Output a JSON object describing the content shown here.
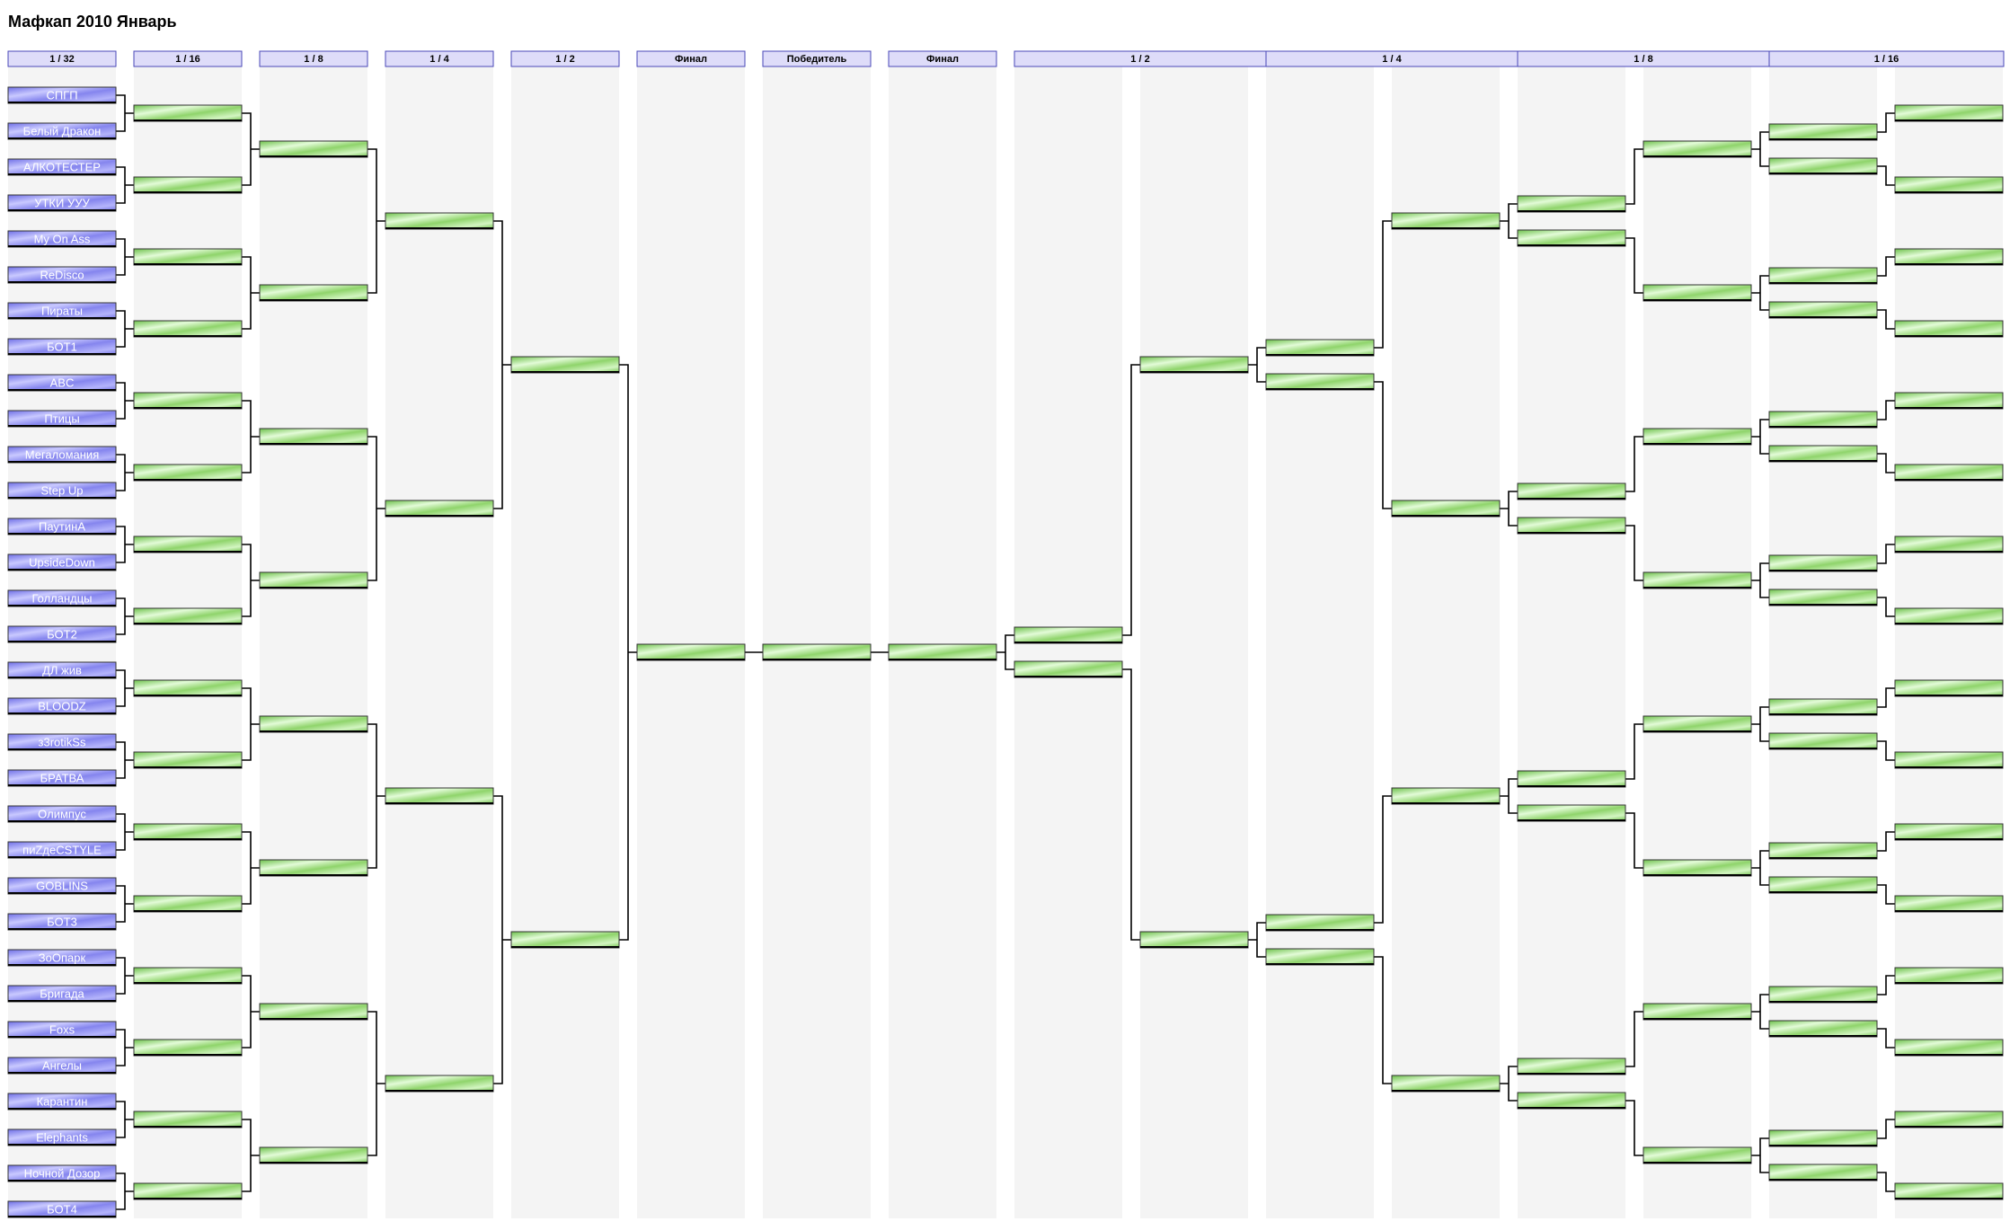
{
  "page": {
    "title": "Мафкап 2010 Январь"
  },
  "columns": [
    {
      "key": "left_r32",
      "label": "1 / 32"
    },
    {
      "key": "left_r16",
      "label": "1 / 16"
    },
    {
      "key": "left_r8",
      "label": "1 / 8"
    },
    {
      "key": "left_r4",
      "label": "1 / 4"
    },
    {
      "key": "left_r2",
      "label": "1 / 2"
    },
    {
      "key": "left_final",
      "label": "Финал"
    },
    {
      "key": "winner",
      "label": "Победитель"
    },
    {
      "key": "right_final",
      "label": "Финал"
    },
    {
      "key": "right_r2",
      "label": "1 / 2"
    },
    {
      "key": "right_r4",
      "label": "1 / 4"
    },
    {
      "key": "right_r8",
      "label": "1 / 8"
    },
    {
      "key": "right_r16",
      "label": "1 / 16"
    }
  ],
  "teams": [
    "СПГП",
    "Белый Дракон",
    "АЛКОТЕСТЕР",
    "УТКИ УУУ",
    "My On Ass",
    "ReDisco",
    "Пираты",
    "БОТ1",
    "ABC",
    "Птицы",
    "Мегаломания",
    "Step Up",
    "ПаутинА",
    "UpsideDown",
    "Голландцы",
    "БОТ2",
    "ДЛ жив",
    "BLOODZ",
    "з3rotikSs",
    "БРАТВА",
    "Олимпус",
    "пиZдеCSTYLE",
    "GOBLINS",
    "БОТ3",
    "ЗоОпарк",
    "Бригада",
    "Foxs",
    "Ангелы",
    "Карантин",
    "Elephants",
    "Ночной Дозор",
    "БОТ4"
  ],
  "colors": {
    "team_slot": "#8e8ef0",
    "result_slot": "#93d56f",
    "header_fill": "#dedcf9",
    "header_border": "#4a48b8",
    "column_bg": "#f4f4f4",
    "line": "#000000"
  }
}
